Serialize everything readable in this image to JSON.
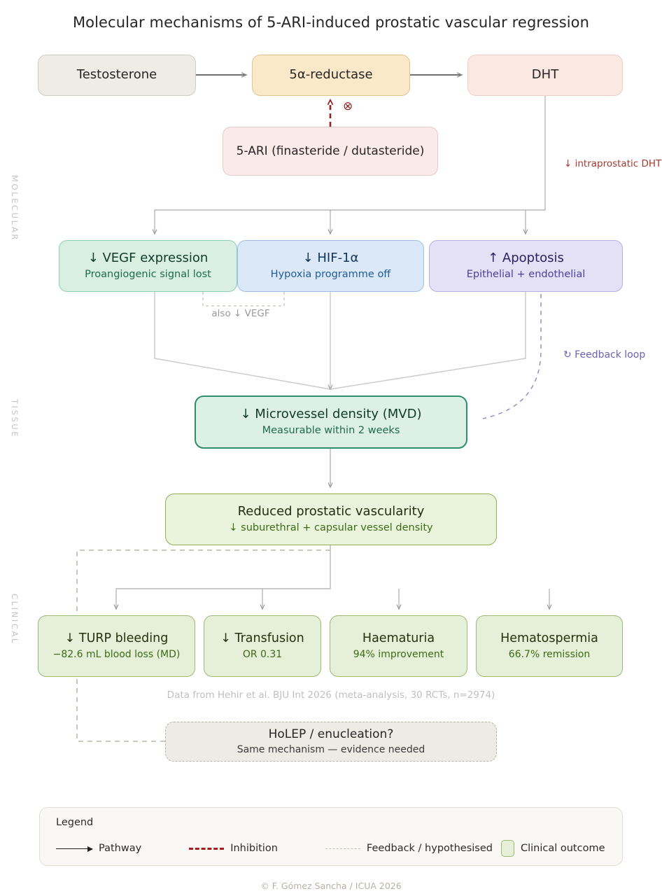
{
  "title": "Molecular mechanisms of 5-ARI-induced prostatic vascular regression",
  "lanes": [
    {
      "id": "molecular",
      "label": "MOLECULAR"
    },
    {
      "id": "tissue",
      "label": "TISSUE"
    },
    {
      "id": "clinical",
      "label": "CLINICAL"
    }
  ],
  "pathway": {
    "testosterone": {
      "main": "Testosterone"
    },
    "reductase": {
      "main": "5α-reductase"
    },
    "dht": {
      "main": "DHT"
    },
    "inhibitor": {
      "main": "5-ARI (finasteride / dutasteride)"
    },
    "inhibition_symbol": "⊗",
    "dht_note": "↓ intraprostatic DHT"
  },
  "molecular": {
    "vegf": {
      "main": "↓ VEGF expression",
      "sub": "Proangiogenic signal lost"
    },
    "hif": {
      "main": "↓ HIF-1α",
      "sub": "Hypoxia programme off"
    },
    "apoptosis": {
      "main": "↑ Apoptosis",
      "sub": "Epithelial + endothelial"
    },
    "also_vegf_note": "also ↓ VEGF",
    "feedback_note": "↻ Feedback loop"
  },
  "tissue": {
    "mvd": {
      "main": "↓ Microvessel density (MVD)",
      "sub": "Measurable within 2 weeks"
    },
    "vascularity": {
      "main": "Reduced prostatic vascularity",
      "sub": "↓ suburethral + capsular vessel density"
    }
  },
  "clinical": {
    "outcomes": [
      {
        "main": "↓ TURP bleeding",
        "sub": "−82.6 mL blood loss (MD)"
      },
      {
        "main": "↓ Transfusion",
        "sub": "OR 0.31"
      },
      {
        "main": "Haematuria",
        "sub": "94% improvement"
      },
      {
        "main": "Hematospermia",
        "sub": "66.7% remission"
      }
    ],
    "data_note": "Data from Hehir et al. BJU Int 2026 (meta-analysis, 30 RCTs, n=2974)",
    "holep": {
      "main": "HoLEP / enucleation?",
      "sub": "Same mechanism — evidence needed"
    }
  },
  "legend": {
    "title": "Legend",
    "items": [
      {
        "key": "pathway",
        "label": "Pathway"
      },
      {
        "key": "inhibition",
        "label": "Inhibition"
      },
      {
        "key": "feedback",
        "label": "Feedback / hypothesised"
      },
      {
        "key": "clinical_outcome",
        "label": "Clinical outcome"
      }
    ]
  },
  "footer": {
    "copyright": "© F. Gómez Sancha / ICUA 2026"
  },
  "colors": {
    "pathway_line": "#8a8a8a",
    "inhibition": "#a1201f",
    "feedback": "#6b63b8",
    "hypothesised": "#b9b5aa",
    "molecular_vegf": "#d9efe2",
    "molecular_hif": "#dbe8f8",
    "molecular_apoptosis": "#e4e1f7",
    "tissue_mvd": "#dcf0e6",
    "clinical_outcome": "#e6efd7"
  }
}
